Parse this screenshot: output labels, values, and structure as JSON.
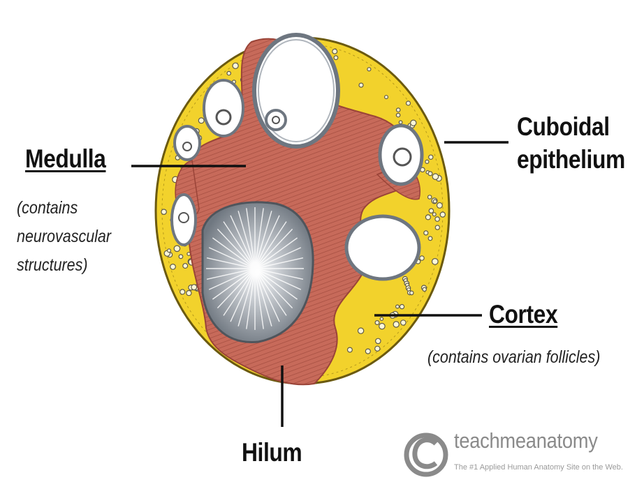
{
  "labels": {
    "medulla": "Medulla",
    "medulla_note": [
      "(contains",
      "neurovascular",
      "structures)"
    ],
    "cuboidal": [
      "Cuboidal",
      "epithelium"
    ],
    "cortex": "Cortex",
    "cortex_note": "(contains ovarian follicles)",
    "hilum": "Hilum"
  },
  "logo": {
    "name": "teachmeanatomy",
    "tagline": "The #1 Applied Human Anatomy Site on the Web."
  },
  "colors": {
    "cortex": "#f2d22c",
    "cortex_edge": "#6b5a10",
    "medulla": "#c76a5a",
    "medulla_dark": "#9a4438",
    "follicle_wall": "#6e7680",
    "corpus": "#8e959e",
    "leader_line": "#111111"
  },
  "icons": [
    "copyright-icon"
  ]
}
